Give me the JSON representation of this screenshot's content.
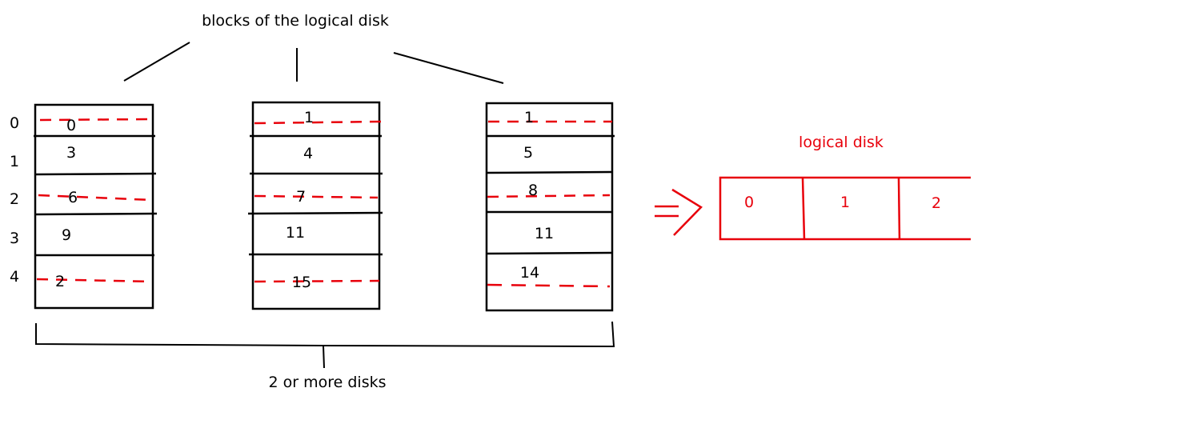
{
  "top_label": "blocks of the logical disk",
  "bottom_label": "2 or more disks",
  "row_indices": [
    "0",
    "1",
    "2",
    "3",
    "4"
  ],
  "disks": [
    {
      "blocks": [
        "0",
        "3",
        "6",
        "9",
        "2"
      ]
    },
    {
      "blocks": [
        "1",
        "4",
        "7",
        "11",
        "15"
      ]
    },
    {
      "blocks": [
        "1",
        "5",
        "8",
        "11",
        "14"
      ]
    }
  ],
  "logical_disk": {
    "label": "logical disk",
    "blocks": [
      "0",
      "1",
      "2"
    ]
  },
  "colors": {
    "ink": "#000000",
    "accent": "#e8000b"
  },
  "icons": {
    "arrow": "double-arrow-icon"
  }
}
